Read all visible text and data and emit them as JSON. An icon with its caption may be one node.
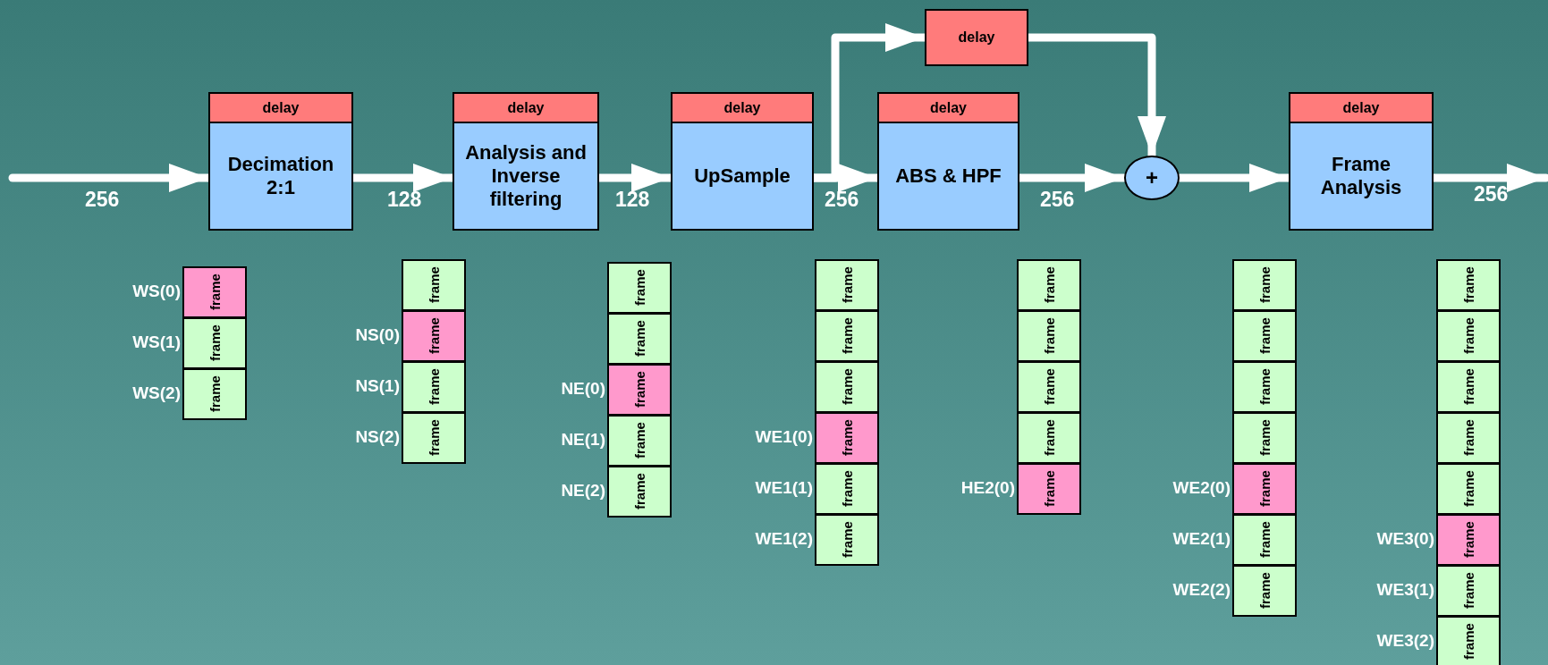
{
  "diagram": {
    "nodes": [
      {
        "text": [
          "delay"
        ]
      },
      {
        "text": [
          "Decimation 2:1"
        ]
      },
      {
        "text": [
          "delay"
        ]
      },
      {
        "text": [
          "Analysis and Inverse filtering"
        ]
      },
      {
        "text": [
          "delay"
        ]
      },
      {
        "text": [
          "UpSample"
        ]
      },
      {
        "text": [
          "delay"
        ]
      },
      {
        "text": [
          "delay"
        ]
      },
      {
        "text": [
          "ABS & HPF"
        ]
      },
      {
        "text": [
          "+"
        ]
      },
      {
        "text": [
          "delay"
        ]
      },
      {
        "text": [
          "Frame Analysis"
        ]
      },
      {
        "text": [
          "frame"
        ],
        "beside": [
          "WS(0)"
        ]
      },
      {
        "text": [
          "frame"
        ],
        "beside": [
          "WS(1)"
        ]
      },
      {
        "text": [
          "frame"
        ],
        "beside": [
          "WS(2)"
        ]
      },
      {
        "text": [
          "frame"
        ]
      },
      {
        "text": [
          "frame"
        ],
        "beside": [
          "NS(0)"
        ]
      },
      {
        "text": [
          "frame"
        ],
        "beside": [
          "NS(1)"
        ]
      },
      {
        "text": [
          "frame"
        ],
        "beside": [
          "NS(2)"
        ]
      },
      {
        "text": [
          "frame"
        ]
      },
      {
        "text": [
          "frame"
        ]
      },
      {
        "text": [
          "frame"
        ],
        "beside": [
          "NE(0)"
        ]
      },
      {
        "text": [
          "frame"
        ],
        "beside": [
          "NE(1)"
        ]
      },
      {
        "text": [
          "frame"
        ],
        "beside": [
          "NE(2)"
        ]
      },
      {
        "text": [
          "frame"
        ]
      },
      {
        "text": [
          "frame"
        ]
      },
      {
        "text": [
          "frame"
        ]
      },
      {
        "text": [
          "frame"
        ],
        "beside": [
          "WE1(0)"
        ]
      },
      {
        "text": [
          "frame"
        ],
        "beside": [
          "WE1(1)"
        ]
      },
      {
        "text": [
          "frame"
        ],
        "beside": [
          "WE1(2)"
        ]
      },
      {
        "text": [
          "frame"
        ]
      },
      {
        "text": [
          "frame"
        ]
      },
      {
        "text": [
          "frame"
        ]
      },
      {
        "text": [
          "frame"
        ]
      },
      {
        "text": [
          "frame"
        ],
        "beside": [
          "HE2(0)"
        ]
      },
      {
        "text": [
          "frame"
        ]
      },
      {
        "text": [
          "frame"
        ]
      },
      {
        "text": [
          "frame"
        ]
      },
      {
        "text": [
          "frame"
        ]
      },
      {
        "text": [
          "frame"
        ],
        "beside": [
          "WE2(0)"
        ]
      },
      {
        "text": [
          "frame"
        ],
        "beside": [
          "WE2(1)"
        ]
      },
      {
        "text": [
          "frame"
        ],
        "beside": [
          "WE2(2)"
        ]
      },
      {
        "text": [
          "frame"
        ]
      },
      {
        "text": [
          "frame"
        ]
      },
      {
        "text": [
          "frame"
        ]
      },
      {
        "text": [
          "frame"
        ]
      },
      {
        "text": [
          "frame"
        ]
      },
      {
        "text": [
          "frame"
        ],
        "beside": [
          "WE3(0)"
        ]
      },
      {
        "text": [
          "frame"
        ],
        "beside": [
          "WE3(1)"
        ]
      },
      {
        "text": [
          "frame"
        ],
        "beside": [
          "WE3(2)"
        ]
      }
    ],
    "edges": [
      {
        "from": null,
        "to": 1,
        "arrow": "to",
        "label": "256"
      },
      {
        "from": 1,
        "to": 3,
        "arrow": "to",
        "label": "128"
      },
      {
        "from": 3,
        "to": 5,
        "arrow": "to",
        "label": "128"
      },
      {
        "from": 5,
        "to": 8,
        "arrow": "to",
        "label": "256"
      },
      {
        "from": 5,
        "to": 6,
        "arrow": "to"
      },
      {
        "from": 6,
        "to": 9,
        "arrow": "to"
      },
      {
        "from": 8,
        "to": 9,
        "arrow": "to",
        "label": "256"
      },
      {
        "from": 9,
        "to": 11,
        "arrow": "to"
      },
      {
        "from": 11,
        "to": null,
        "arrow": "to",
        "label": "256"
      }
    ]
  }
}
